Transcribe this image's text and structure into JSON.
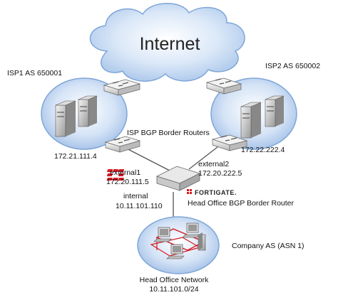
{
  "cloud": {
    "label": "Internet"
  },
  "isp1": {
    "label": "ISP1 AS 650001",
    "router_ip": "172.21.111.4"
  },
  "isp2": {
    "label": "ISP2 AS 650002",
    "router_ip": "172.22.222.4"
  },
  "border_routers_label": "ISP BGP Border Routers",
  "fortigate": {
    "ext1_name": "external1",
    "ext1_ip": "172.20.111.5",
    "ext2_name": "external2",
    "ext2_ip": "172.20.222.5",
    "internal_name": "internal",
    "internal_ip": "10.11.101.110",
    "brand": "FORTIGATE.",
    "role_label": "Head Office BGP Border Router"
  },
  "company": {
    "label": "Company AS (ASN 1)"
  },
  "office": {
    "name": "Head Office Network",
    "subnet": "10.11.101.0/24"
  },
  "colors": {
    "cloud": "#b9d3f0",
    "isp_blob": "#bcd3ee",
    "company_blob": "#b3cbec",
    "fortigate": "#d71920",
    "link": "#555555",
    "lan_link": "#d71920"
  }
}
